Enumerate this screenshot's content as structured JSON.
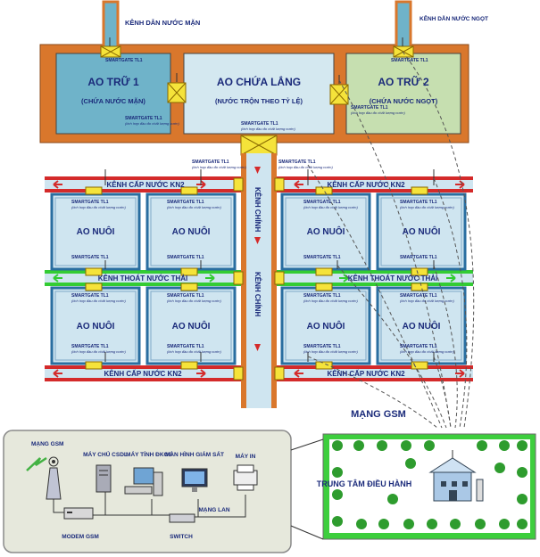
{
  "canals": {
    "salt_inlet": "KÊNH DẪN NƯỚC MẶN",
    "fresh_inlet": "KÊNH DẪN NƯỚC NGỌT",
    "main_canal": "KÊNH CHÍNH",
    "supply_top": "KÊNH CẤP NƯỚC KN2",
    "supply_bottom": "KÊNH CẤP NƯỚC KN2",
    "drain": "KÊNH THOÁT NƯỚC THẢI"
  },
  "ponds": {
    "store1_title": "AO TRỮ 1",
    "store1_sub": "(CHỨA NƯỚC MẶN)",
    "settle_title": "AO CHỨA LẮNG",
    "settle_sub": "(NƯỚC TRỘN THEO TỶ LỆ)",
    "store2_title": "AO TRỮ 2",
    "store2_sub": "(CHỨA NƯỚC NGỌT)",
    "farm_title": "AO NUÔI"
  },
  "gate": {
    "name": "SMARTGATE TL1",
    "note": "(tích hợp đầu đo chất lượng nước)"
  },
  "network": {
    "gsm_title": "MẠNG GSM",
    "center_title": "TRUNG TÂM ĐIỀU HÀNH"
  },
  "legend": {
    "gsm": "MẠNG GSM",
    "server": "MÁY CHỦ CSDL",
    "pc": "MÁY TÍNH ĐKGS",
    "monitor": "MÀN HÌNH GIÁM SÁT",
    "printer": "MÁY IN",
    "modem": "MODEM GSM",
    "switch": "SWITCH",
    "lan": "MẠNG LAN"
  },
  "colors": {
    "salt_pond": "#6fb3c9",
    "fresh_pond": "#c6dfb0",
    "settle_pond": "#d4e8f0",
    "bank": "#d9772c",
    "red_canal": "#d42a2a",
    "green_canal": "#33cc33",
    "farm_fill": "#cfe5f0",
    "farm_border": "#2a6ea0",
    "tree": "#2e9c2e",
    "panel": "#e6e8dc"
  }
}
